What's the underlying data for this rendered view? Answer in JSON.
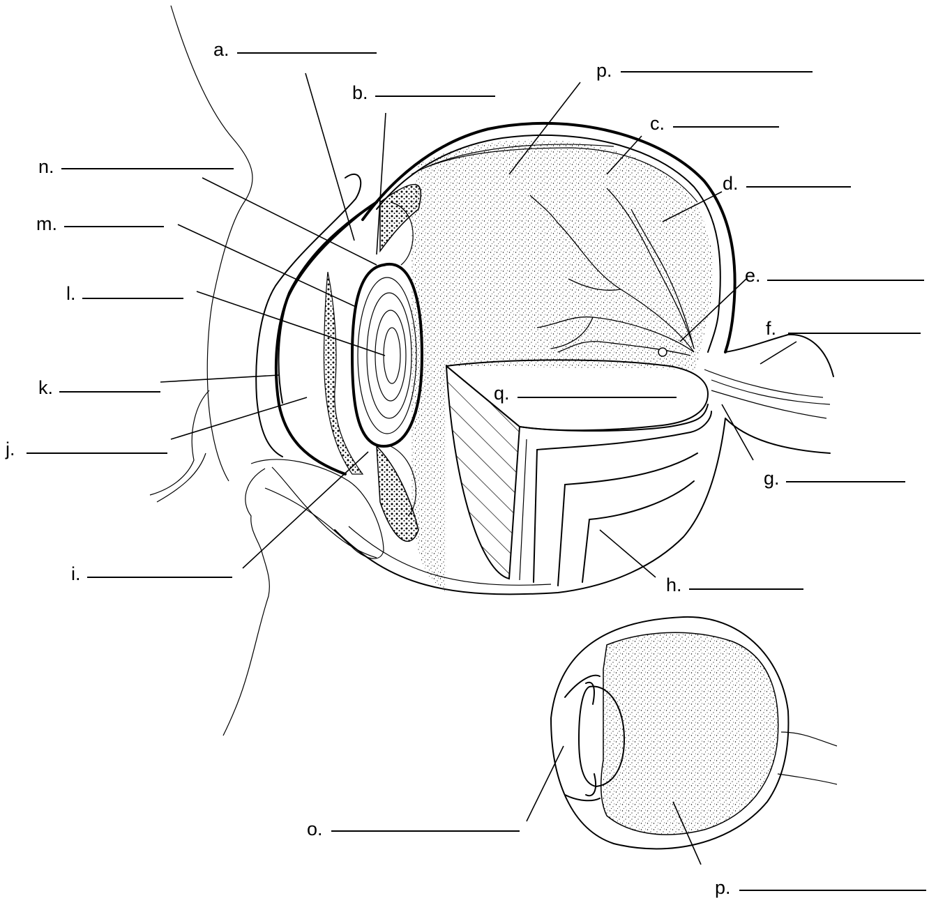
{
  "labels": {
    "a": "a.",
    "b": "b.",
    "c": "c.",
    "d": "d.",
    "e": "e.",
    "f": "f.",
    "g": "g.",
    "h": "h.",
    "i": "i.",
    "j": "j.",
    "k": "k.",
    "l": "l.",
    "m": "m.",
    "n": "n.",
    "o": "o.",
    "p": "p.",
    "q": "q."
  }
}
